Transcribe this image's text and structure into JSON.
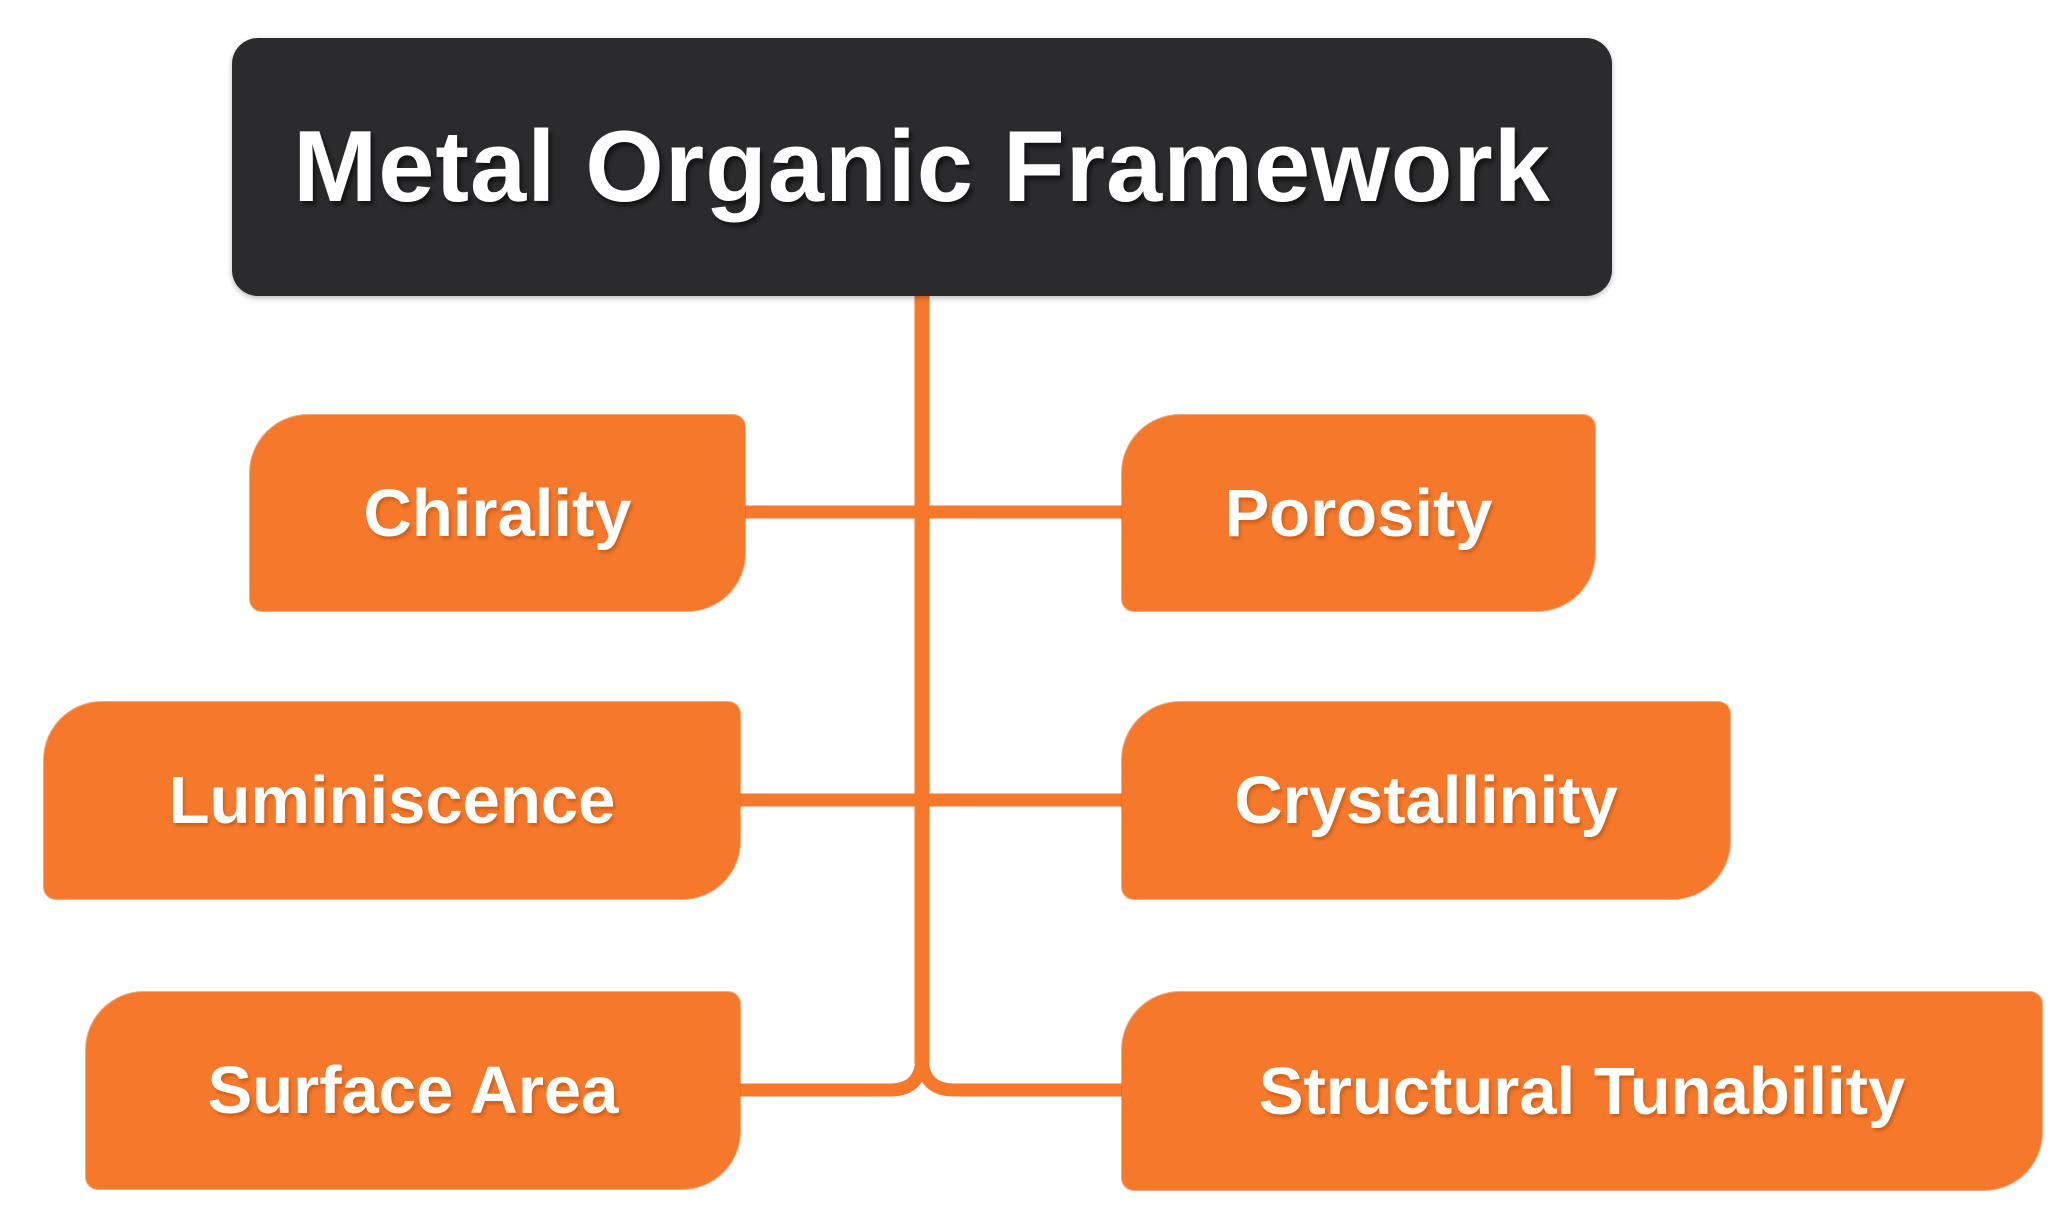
{
  "title": "Metal Organic Framework",
  "nodes": [
    {
      "label": "Chirality"
    },
    {
      "label": "Porosity"
    },
    {
      "label": "Luminiscence"
    },
    {
      "label": "Crystallinity"
    },
    {
      "label": "Surface Area"
    },
    {
      "label": "Structural Tunability"
    }
  ],
  "colors": {
    "background": "#ffffff",
    "root_bg": "#2b2b2d",
    "node": "#f6792b",
    "connector": "#f6792b",
    "text": "#ffffff"
  }
}
